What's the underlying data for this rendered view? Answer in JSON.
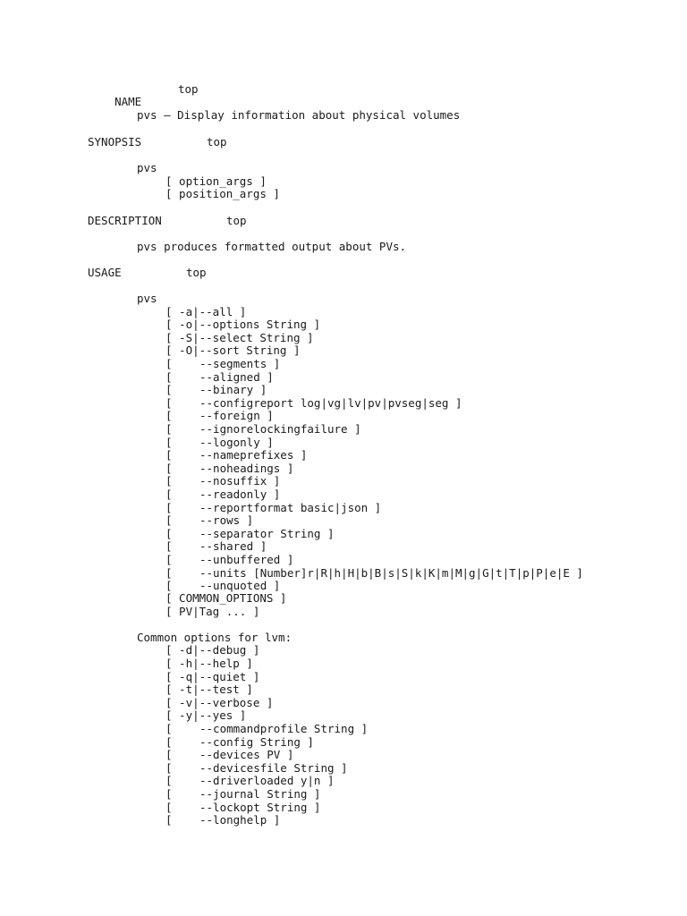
{
  "sections": {
    "name": {
      "heading": "NAME",
      "link": "top",
      "text": "pvs — Display information about physical volumes"
    },
    "synopsis": {
      "heading": "SYNOPSIS",
      "link": "top",
      "cmd": "pvs",
      "args": [
        "[ option_args ]",
        "[ position_args ]"
      ]
    },
    "description": {
      "heading": "DESCRIPTION",
      "link": "top",
      "text": "pvs produces formatted output about PVs."
    },
    "usage": {
      "heading": "USAGE",
      "link": "top",
      "cmd": "pvs",
      "short_opts": [
        "[ -a|--all ]",
        "[ -o|--options String ]",
        "[ -S|--select String ]",
        "[ -O|--sort String ]"
      ],
      "long_opts": [
        "--segments ]",
        "--aligned ]",
        "--binary ]",
        "--configreport log|vg|lv|pv|pvseg|seg ]",
        "--foreign ]",
        "--ignorelockingfailure ]",
        "--logonly ]",
        "--nameprefixes ]",
        "--noheadings ]",
        "--nosuffix ]",
        "--readonly ]",
        "--reportformat basic|json ]",
        "--rows ]",
        "--separator String ]",
        "--shared ]",
        "--unbuffered ]",
        "--units [Number]r|R|h|H|b|B|s|S|k|K|m|M|g|G|t|T|p|P|e|E ]",
        "--unquoted ]"
      ],
      "tail_opts": [
        "[ COMMON_OPTIONS ]",
        "[ PV|Tag ... ]"
      ]
    },
    "common": {
      "heading": "Common options for lvm:",
      "short_opts": [
        "[ -d|--debug ]",
        "[ -h|--help ]",
        "[ -q|--quiet ]",
        "[ -t|--test ]",
        "[ -v|--verbose ]",
        "[ -y|--yes ]"
      ],
      "long_opts": [
        "--commandprofile String ]",
        "--config String ]",
        "--devices PV ]",
        "--devicesfile String ]",
        "--driverloaded y|n ]",
        "--journal String ]",
        "--lockopt String ]",
        "--longhelp ]"
      ]
    }
  },
  "bracket": "["
}
